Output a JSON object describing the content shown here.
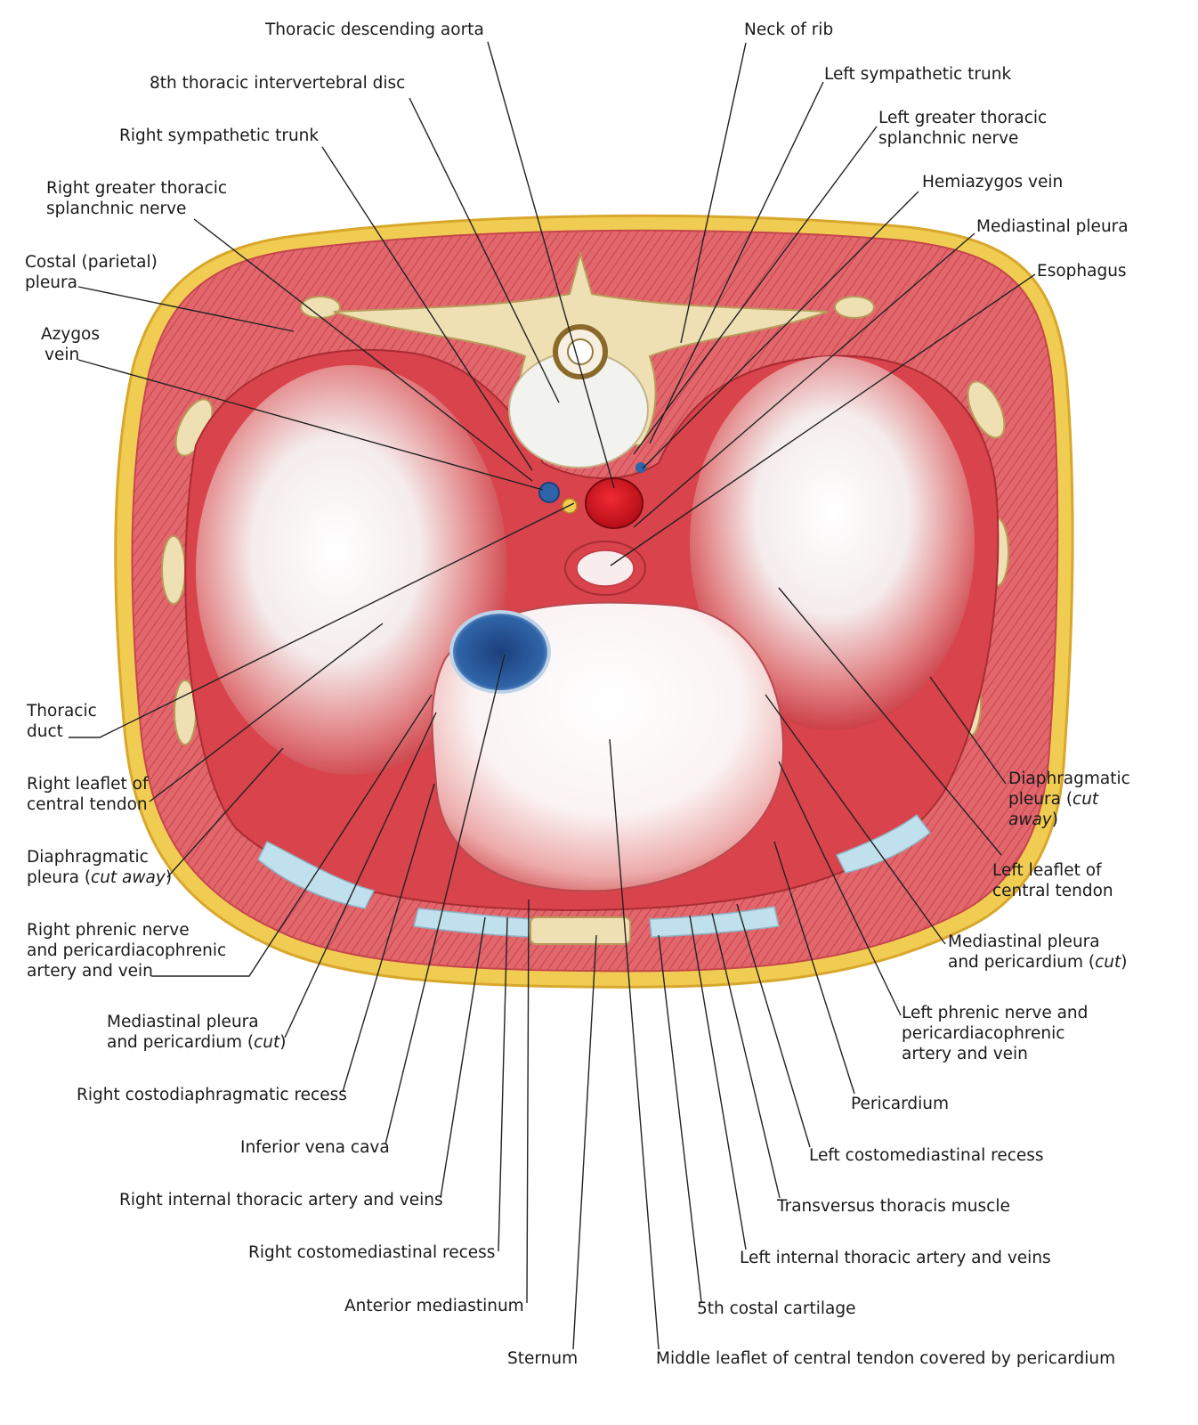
{
  "labels": {
    "thoracic_descending_aorta": "Thoracic descending aorta",
    "neck_of_rib": "Neck of rib",
    "eighth_thoracic_disc": "8th thoracic intervertebral disc",
    "left_sympathetic_trunk": "Left sympathetic trunk",
    "right_sympathetic_trunk": "Right sympathetic trunk",
    "left_greater_splanchnic": [
      "Left greater thoracic",
      "splanchnic nerve"
    ],
    "right_greater_splanchnic": [
      "Right greater thoracic",
      "splanchnic nerve"
    ],
    "hemiazygos_vein": "Hemiazygos vein",
    "mediastinal_pleura": "Mediastinal pleura",
    "costal_pleura": [
      "Costal (parietal)",
      "pleura"
    ],
    "esophagus": "Esophagus",
    "azygos_vein": [
      "Azygos",
      "vein"
    ],
    "thoracic_duct": [
      "Thoracic",
      "duct"
    ],
    "right_leaflet": [
      "Right leaflet of",
      "central tendon"
    ],
    "diaphragmatic_pleura_right": [
      "Diaphragmatic",
      "pleura (",
      "cut away",
      ")"
    ],
    "diaphragmatic_pleura_left": [
      "Diaphragmatic",
      "pleura (",
      "cut",
      "away",
      ")"
    ],
    "left_leaflet": [
      "Left leaflet of",
      "central tendon"
    ],
    "right_phrenic": [
      "Right phrenic nerve",
      "and pericardiacophrenic",
      "artery and vein"
    ],
    "mediastinal_pleura_pericardium_left": [
      "Mediastinal pleura",
      "and pericardium (",
      "cut",
      ")"
    ],
    "mediastinal_pleura_pericardium_right": [
      "Mediastinal pleura",
      "and pericardium (",
      "cut",
      ")"
    ],
    "left_phrenic": [
      "Left phrenic nerve and",
      "pericardiacophrenic",
      "artery and vein"
    ],
    "right_costodiaphragmatic_recess": "Right costodiaphragmatic recess",
    "pericardium": "Pericardium",
    "inferior_vena_cava": "Inferior vena cava",
    "left_costomediastinal_recess": "Left costomediastinal recess",
    "right_internal_thoracic": "Right internal thoracic artery and veins",
    "transversus_thoracis": "Transversus thoracis muscle",
    "right_costomediastinal_recess": "Right costomediastinal recess",
    "left_internal_thoracic": "Left internal thoracic artery and veins",
    "anterior_mediastinum": "Anterior mediastinum",
    "fifth_costal_cartilage": "5th costal cartilage",
    "sternum": "Sternum",
    "middle_leaflet": "Middle leaflet of central tendon covered by pericardium"
  },
  "colors": {
    "background": "#ffffff",
    "label_text": "#1a1a1a",
    "leader_line": "#222222",
    "muscle_red": "#d9434b",
    "muscle_pink": "#e88a8c",
    "tendon_white": "#f6eeee",
    "fat_yellow": "#f0cd52",
    "bone_cream": "#efe0b4",
    "aorta_red": "#e0121e",
    "vena_cava_blue": "#2f64a8",
    "pleura_blue": "#bfe0ec"
  }
}
